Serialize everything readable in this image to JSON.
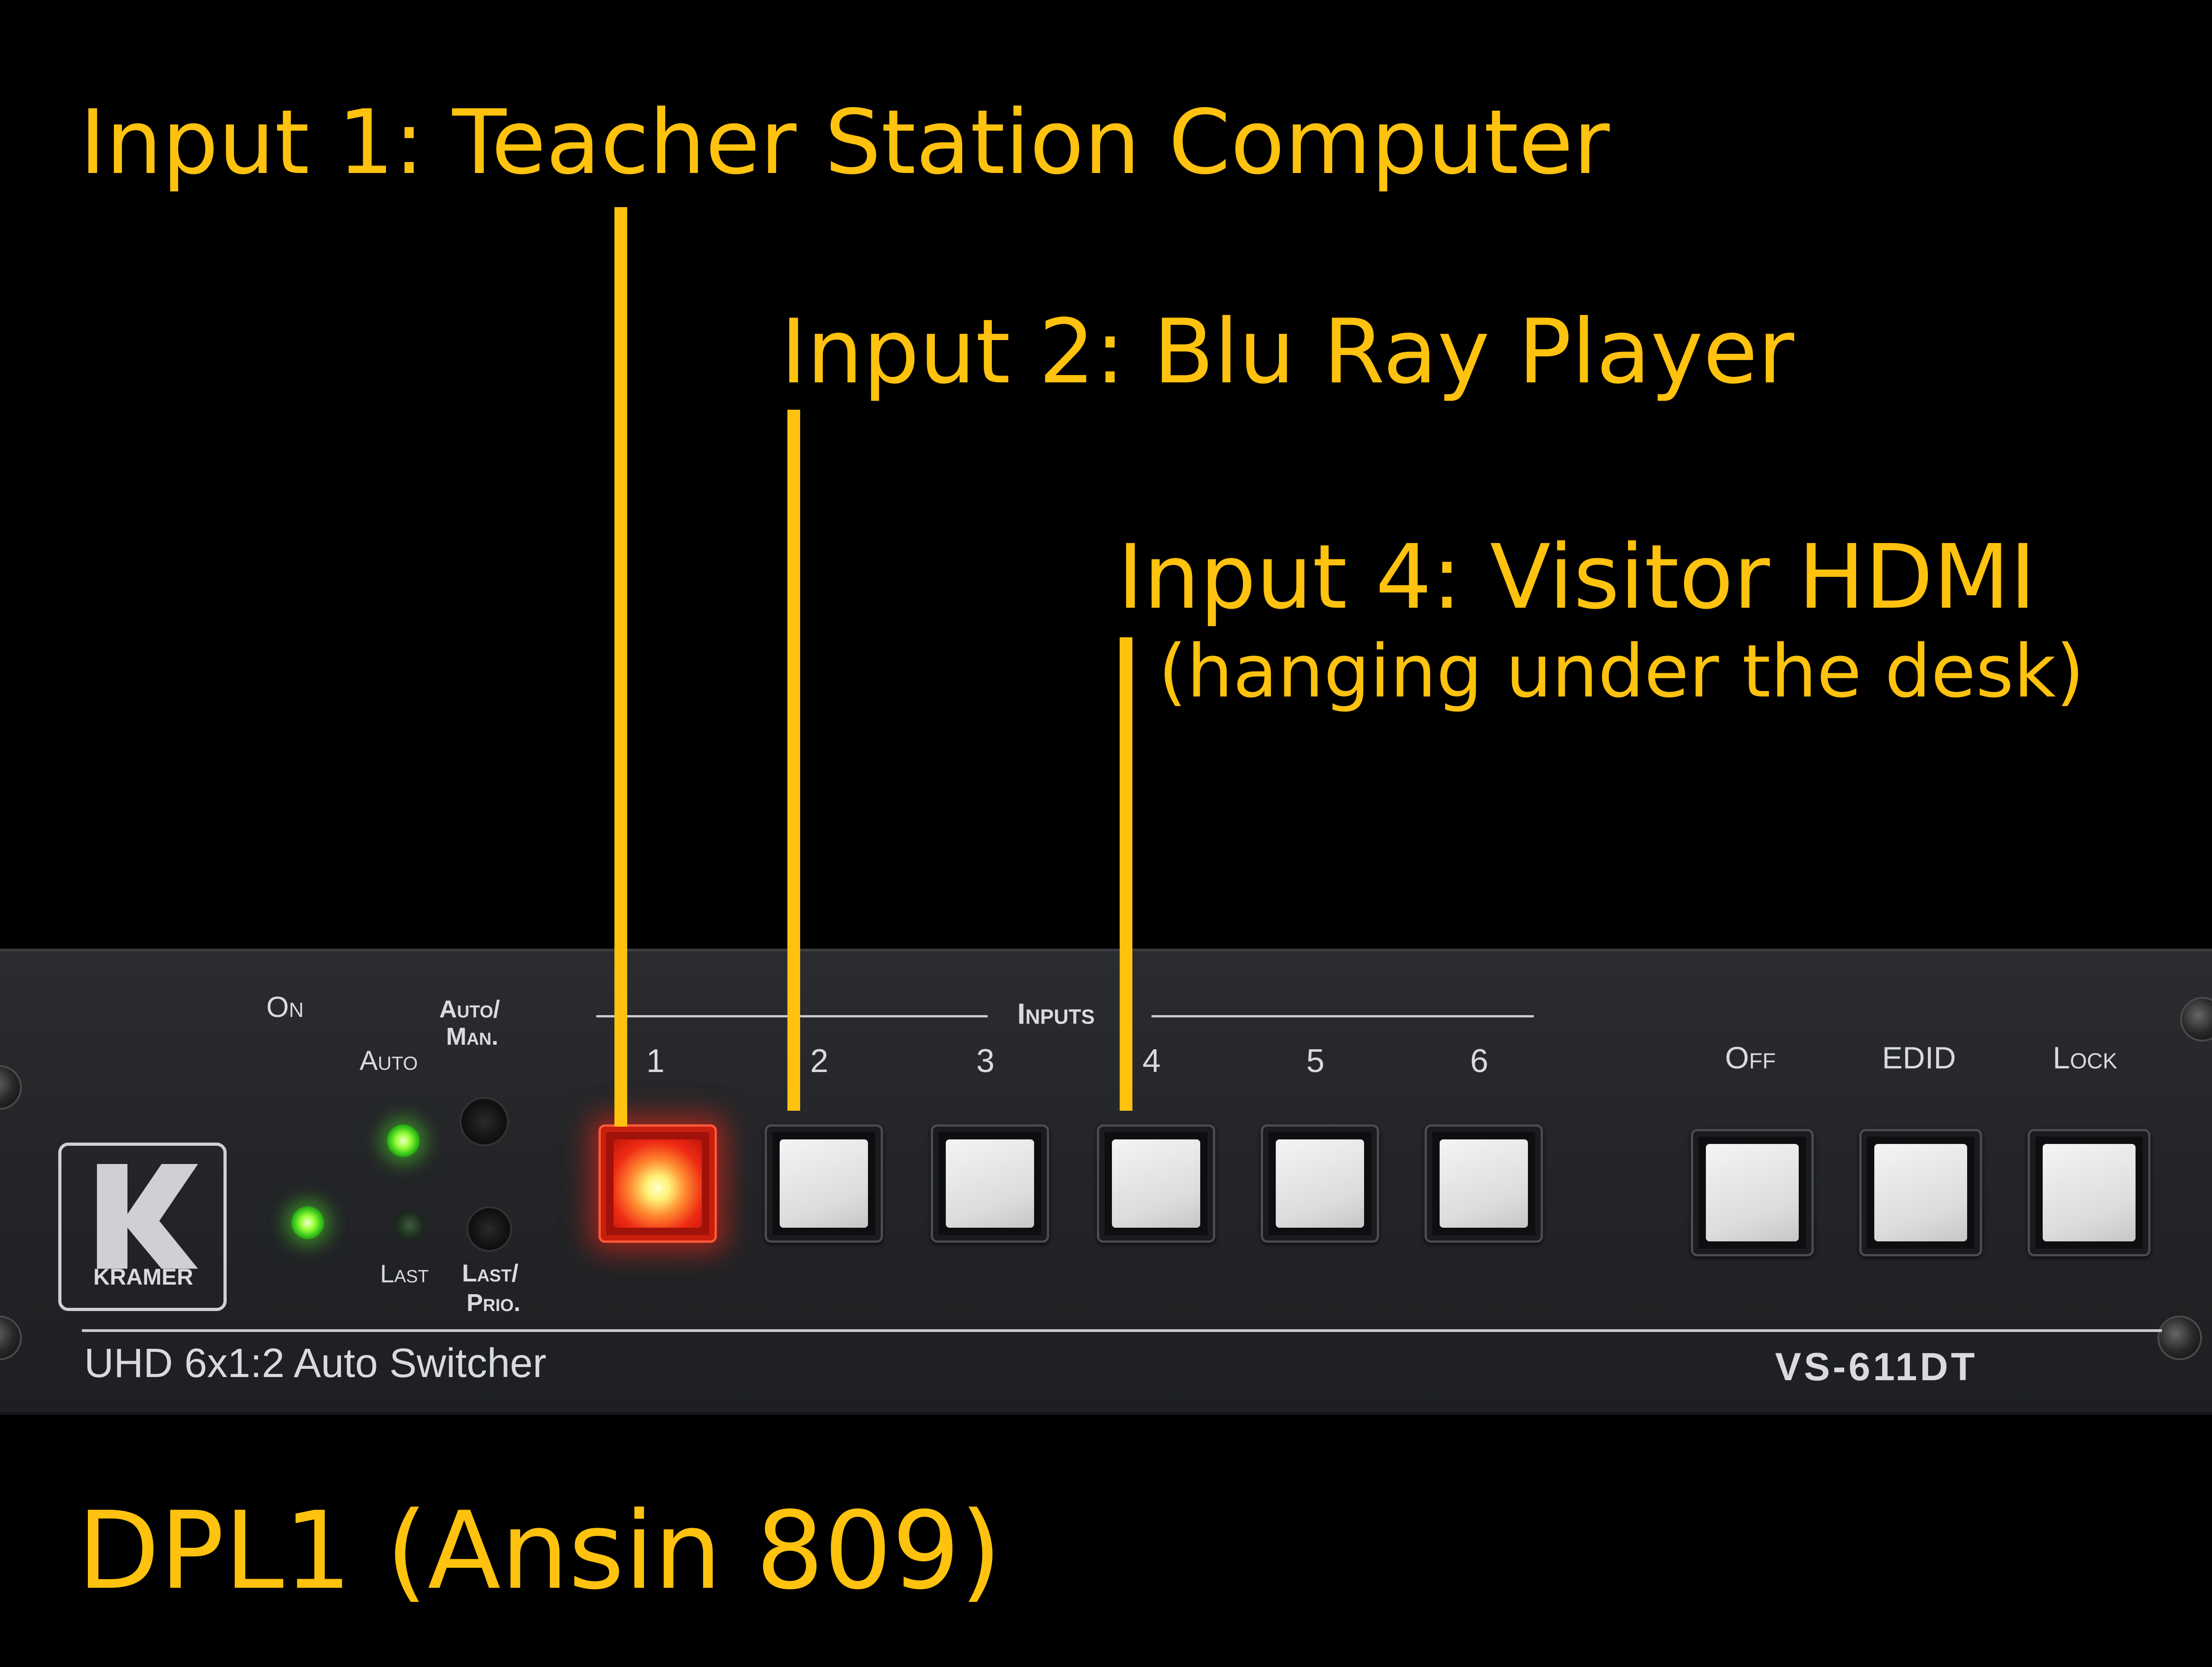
{
  "annotations": {
    "input1": "Input 1: Teacher Station Computer",
    "input2": "Input 2: Blu Ray Player",
    "input4": "Input 4: Visitor HDMI",
    "input4_note": "(hanging under the desk)",
    "room": "DPL1 (Ansin 809)"
  },
  "device": {
    "brand": "KRAMER",
    "on_label": "On",
    "auto_label": "Auto",
    "auto_man_label_1": "Auto/",
    "auto_man_label_2": "Man.",
    "last_label": "Last",
    "last_prio_label_1": "Last/",
    "last_prio_label_2": "Prio.",
    "inputs_label": "Inputs",
    "input_numbers": [
      "1",
      "2",
      "3",
      "4",
      "5",
      "6"
    ],
    "off_label": "Off",
    "edid_label": "EDID",
    "lock_label": "Lock",
    "description": "UHD 6x1:2 Auto Switcher",
    "model": "VS-611DT",
    "active_input": "1"
  },
  "colors": {
    "annotation": "#ffc20e",
    "active_button": "#ef2a14",
    "led_green": "#5aff28"
  }
}
